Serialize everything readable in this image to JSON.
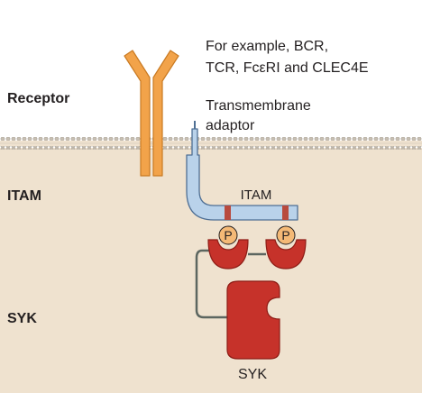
{
  "side_labels": {
    "receptor": "Receptor",
    "itam": "ITAM",
    "syk": "SYK"
  },
  "receptor_examples": {
    "line1": "For example, BCR,",
    "line2": "TCR, FcεRI and CLEC4E"
  },
  "adaptor_label": {
    "line1": "Transmembrane",
    "line2": "adaptor"
  },
  "itam_label": "ITAM",
  "phospho_left": "P",
  "phospho_right": "P",
  "syk_label": "SYK",
  "colors": {
    "cytoplasm": "#efe2cf",
    "membrane_head": "#bfb6a8",
    "receptor": "#f2a34a",
    "receptor_outline": "#c97a22",
    "adaptor": "#b9d2ea",
    "adaptor_outline": "#4f6f94",
    "itam_band": "#b84a3e",
    "phospho": "#f4b976",
    "syk": "#c6322a",
    "syk_outline": "#8e1d16",
    "linker": "#5c6660"
  }
}
